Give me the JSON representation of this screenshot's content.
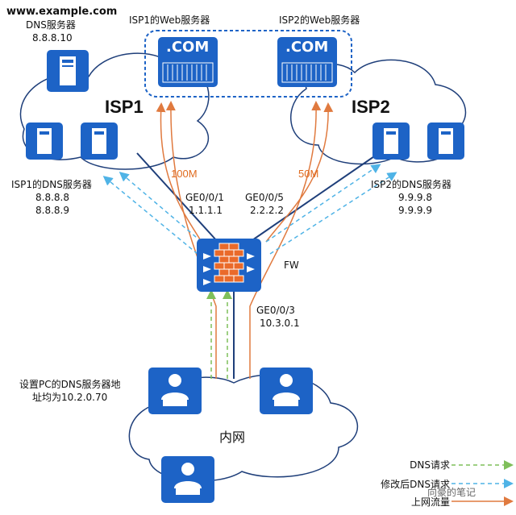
{
  "labels": {
    "dns_site": "www.example.com",
    "dns_site_server": "DNS服务器",
    "dns_site_ip": "8.8.8.10",
    "isp1_web": "ISP1的Web服务器",
    "isp2_web": "ISP2的Web服务器",
    "com": ".COM",
    "isp1": "ISP1",
    "isp2": "ISP2",
    "isp1_dns_title": "ISP1的DNS服务器",
    "isp1_dns_ip1": "8.8.8.8",
    "isp1_dns_ip2": "8.8.8.9",
    "isp2_dns_title": "ISP2的DNS服务器",
    "isp2_dns_ip1": "9.9.9.8",
    "isp2_dns_ip2": "9.9.9.9",
    "bw1": "100M",
    "bw2": "50M",
    "if1_name": "GE0/0/1",
    "if1_ip": "1.1.1.1",
    "if2_name": "GE0/0/5",
    "if2_ip": "2.2.2.2",
    "fw": "FW",
    "if3_name": "GE0/0/3",
    "if3_ip": "10.3.0.1",
    "pc_note1": "设置PC的DNS服务器地",
    "pc_note2": "址均为10.2.0.70",
    "intranet": "内网"
  },
  "legend": {
    "dns_request": "DNS请求",
    "modified_dns_request": "修改后DNS请求",
    "upstream": "上网流量",
    "watermark": "向豪的笔记"
  },
  "colors": {
    "device_blue": "#1d63c6",
    "line_navy": "#1f3f7a",
    "dns_green": "#7fbf5a",
    "dns_modified_blue": "#4fb3e6",
    "traffic_orange": "#e07a3f",
    "firewall_orange": "#ea6a2a"
  }
}
